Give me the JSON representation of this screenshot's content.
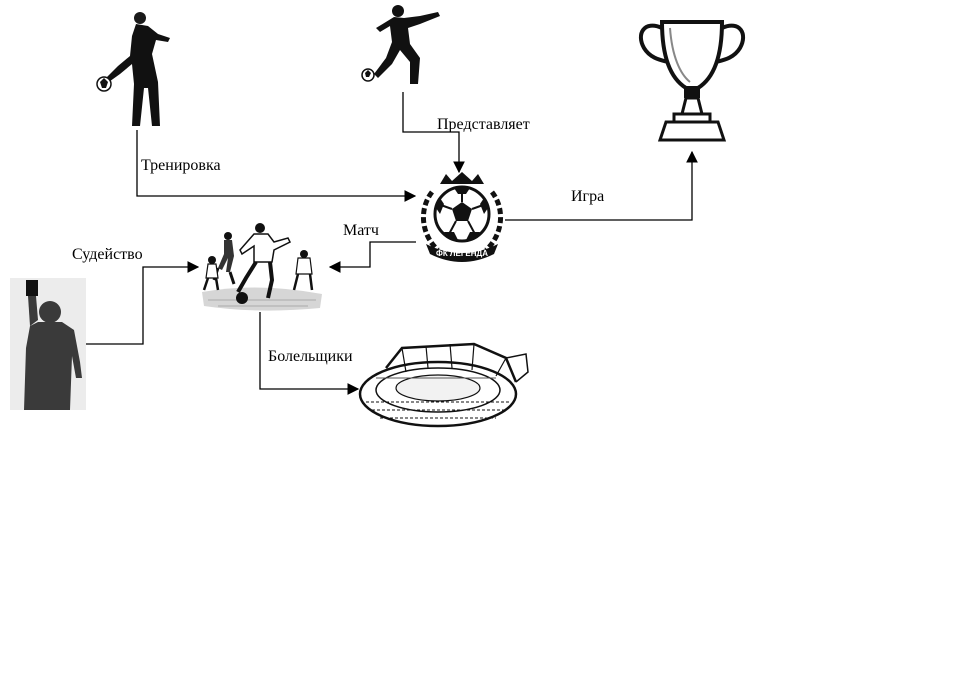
{
  "edges": {
    "training": "Тренировка",
    "represents": "Представляет",
    "game": "Игра",
    "match": "Матч",
    "refereeing": "Судейство",
    "fans": "Болельщики"
  },
  "logo": {
    "text": "ФК ЛЕГЕНДА"
  },
  "colors": {
    "ink": "#000000",
    "silhouette": "#2b2b2b",
    "background": "#ffffff"
  },
  "icons": [
    "coach-kicking-icon",
    "footballer-icon",
    "trophy-icon",
    "club-logo-icon",
    "match-players-icon",
    "referee-icon",
    "stadium-icon"
  ]
}
